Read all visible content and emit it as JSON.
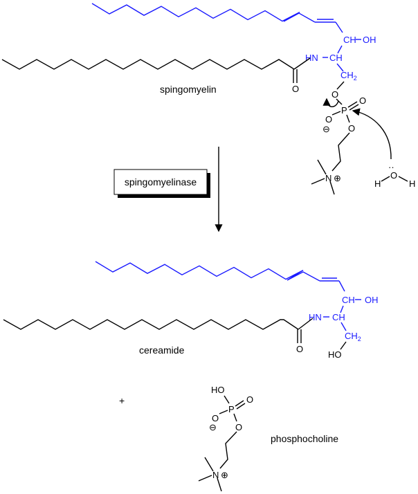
{
  "reactant": {
    "name": "spingomyelin"
  },
  "enzyme": {
    "label": "spingomyelinase"
  },
  "product1": {
    "name": "cereamide"
  },
  "plus": "+",
  "product2": {
    "name": "phosphocholine"
  },
  "atoms": {
    "CH": "CH",
    "OH": "OH",
    "HN": "HN",
    "CH2": "CH",
    "sub2": "2",
    "O": "O",
    "P": "P",
    "N": "N",
    "H": "H",
    "HO": "HO",
    "minus": "⊖",
    "plus_charge": "⊕",
    "lone_pair": "··"
  },
  "colors": {
    "sphingosine": "#1a1aff",
    "default": "#000000"
  }
}
